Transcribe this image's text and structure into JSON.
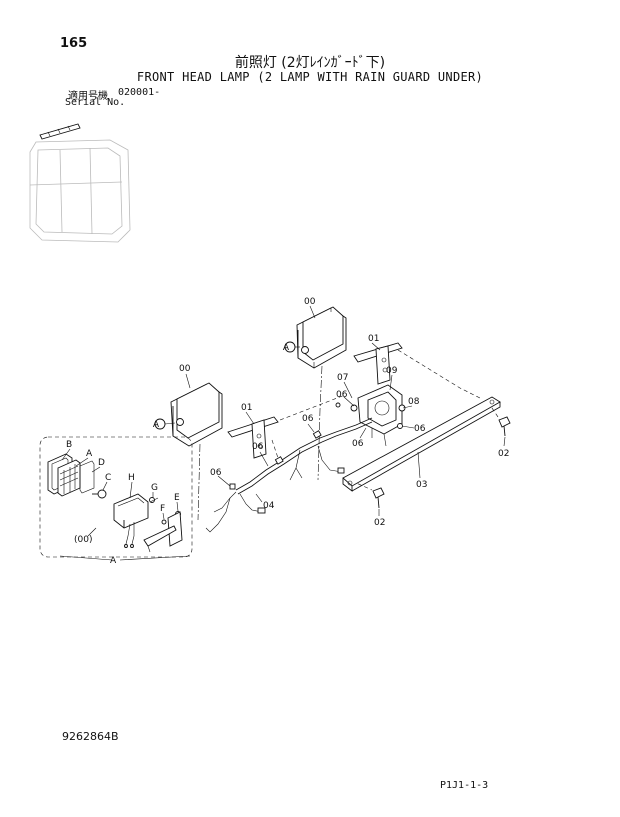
{
  "header": {
    "page_number": "165",
    "title_jp": "前照灯 (2灯ﾚｲﾝｶﾞｰﾄﾞ下)",
    "title_en": "FRONT HEAD LAMP (2 LAMP WITH RAIN GUARD UNDER)",
    "serial_label_jp": "適用号機",
    "serial_label_en": "Serial No.",
    "serial_value": "020001-"
  },
  "callouts": {
    "c00a": "00",
    "c00b": "00",
    "c01a": "01",
    "c01b": "01",
    "c02a": "02",
    "c02b": "02",
    "c03": "03",
    "c04": "04",
    "c06a": "06",
    "c06b": "06",
    "c06c": "06",
    "c06d": "06",
    "c06e": "06",
    "c07": "07",
    "c08": "08",
    "c09": "09",
    "refA1": "A",
    "refA2": "A"
  },
  "inset": {
    "label": "A",
    "group": "(00)",
    "parts": {
      "a": "A",
      "b": "B",
      "c": "C",
      "d": "D",
      "e": "E",
      "f": "F",
      "g": "G",
      "h": "H"
    }
  },
  "footer": {
    "doc_number": "9262864B",
    "page_code": "P1J1-1-3"
  }
}
